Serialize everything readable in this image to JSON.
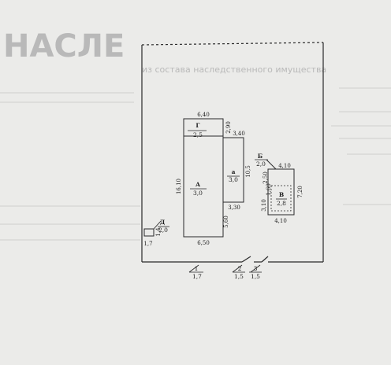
{
  "colors": {
    "paper": "#e8e8e6",
    "ink": "#2a2a2a",
    "ghost": "#c4c4c4"
  },
  "ghost_text": {
    "heading_fragment": "НАСЛЕ",
    "subheading_fragment": "из состава наследственного имущества"
  },
  "buildings": {
    "A": {
      "letter": "А",
      "height": "3,0",
      "width": "6,50",
      "length": "16,10",
      "top": "6,40"
    },
    "G": {
      "letter": "Г",
      "height": "2,5",
      "side": "2,90"
    },
    "a": {
      "letter": "а",
      "height": "3,0",
      "top": "3,40",
      "side": "10,5",
      "bottom": "3,30",
      "offset": "5,60"
    },
    "V": {
      "letter": "В",
      "height": "2,8",
      "top": "4,10",
      "bottom": "4,10",
      "side": "7,20",
      "left1": "2,50",
      "left2": "1,60",
      "left3": "3,10"
    },
    "B": {
      "letter": "Б",
      "height": "2,0"
    },
    "D": {
      "letter": "Д",
      "height": "2,0",
      "side": "1,4",
      "bottom": "1,7"
    }
  },
  "fences": [
    {
      "num": "1",
      "height": "1,7"
    },
    {
      "num": "2",
      "height": "1,5"
    },
    {
      "num": "3",
      "height": "1,5"
    }
  ]
}
